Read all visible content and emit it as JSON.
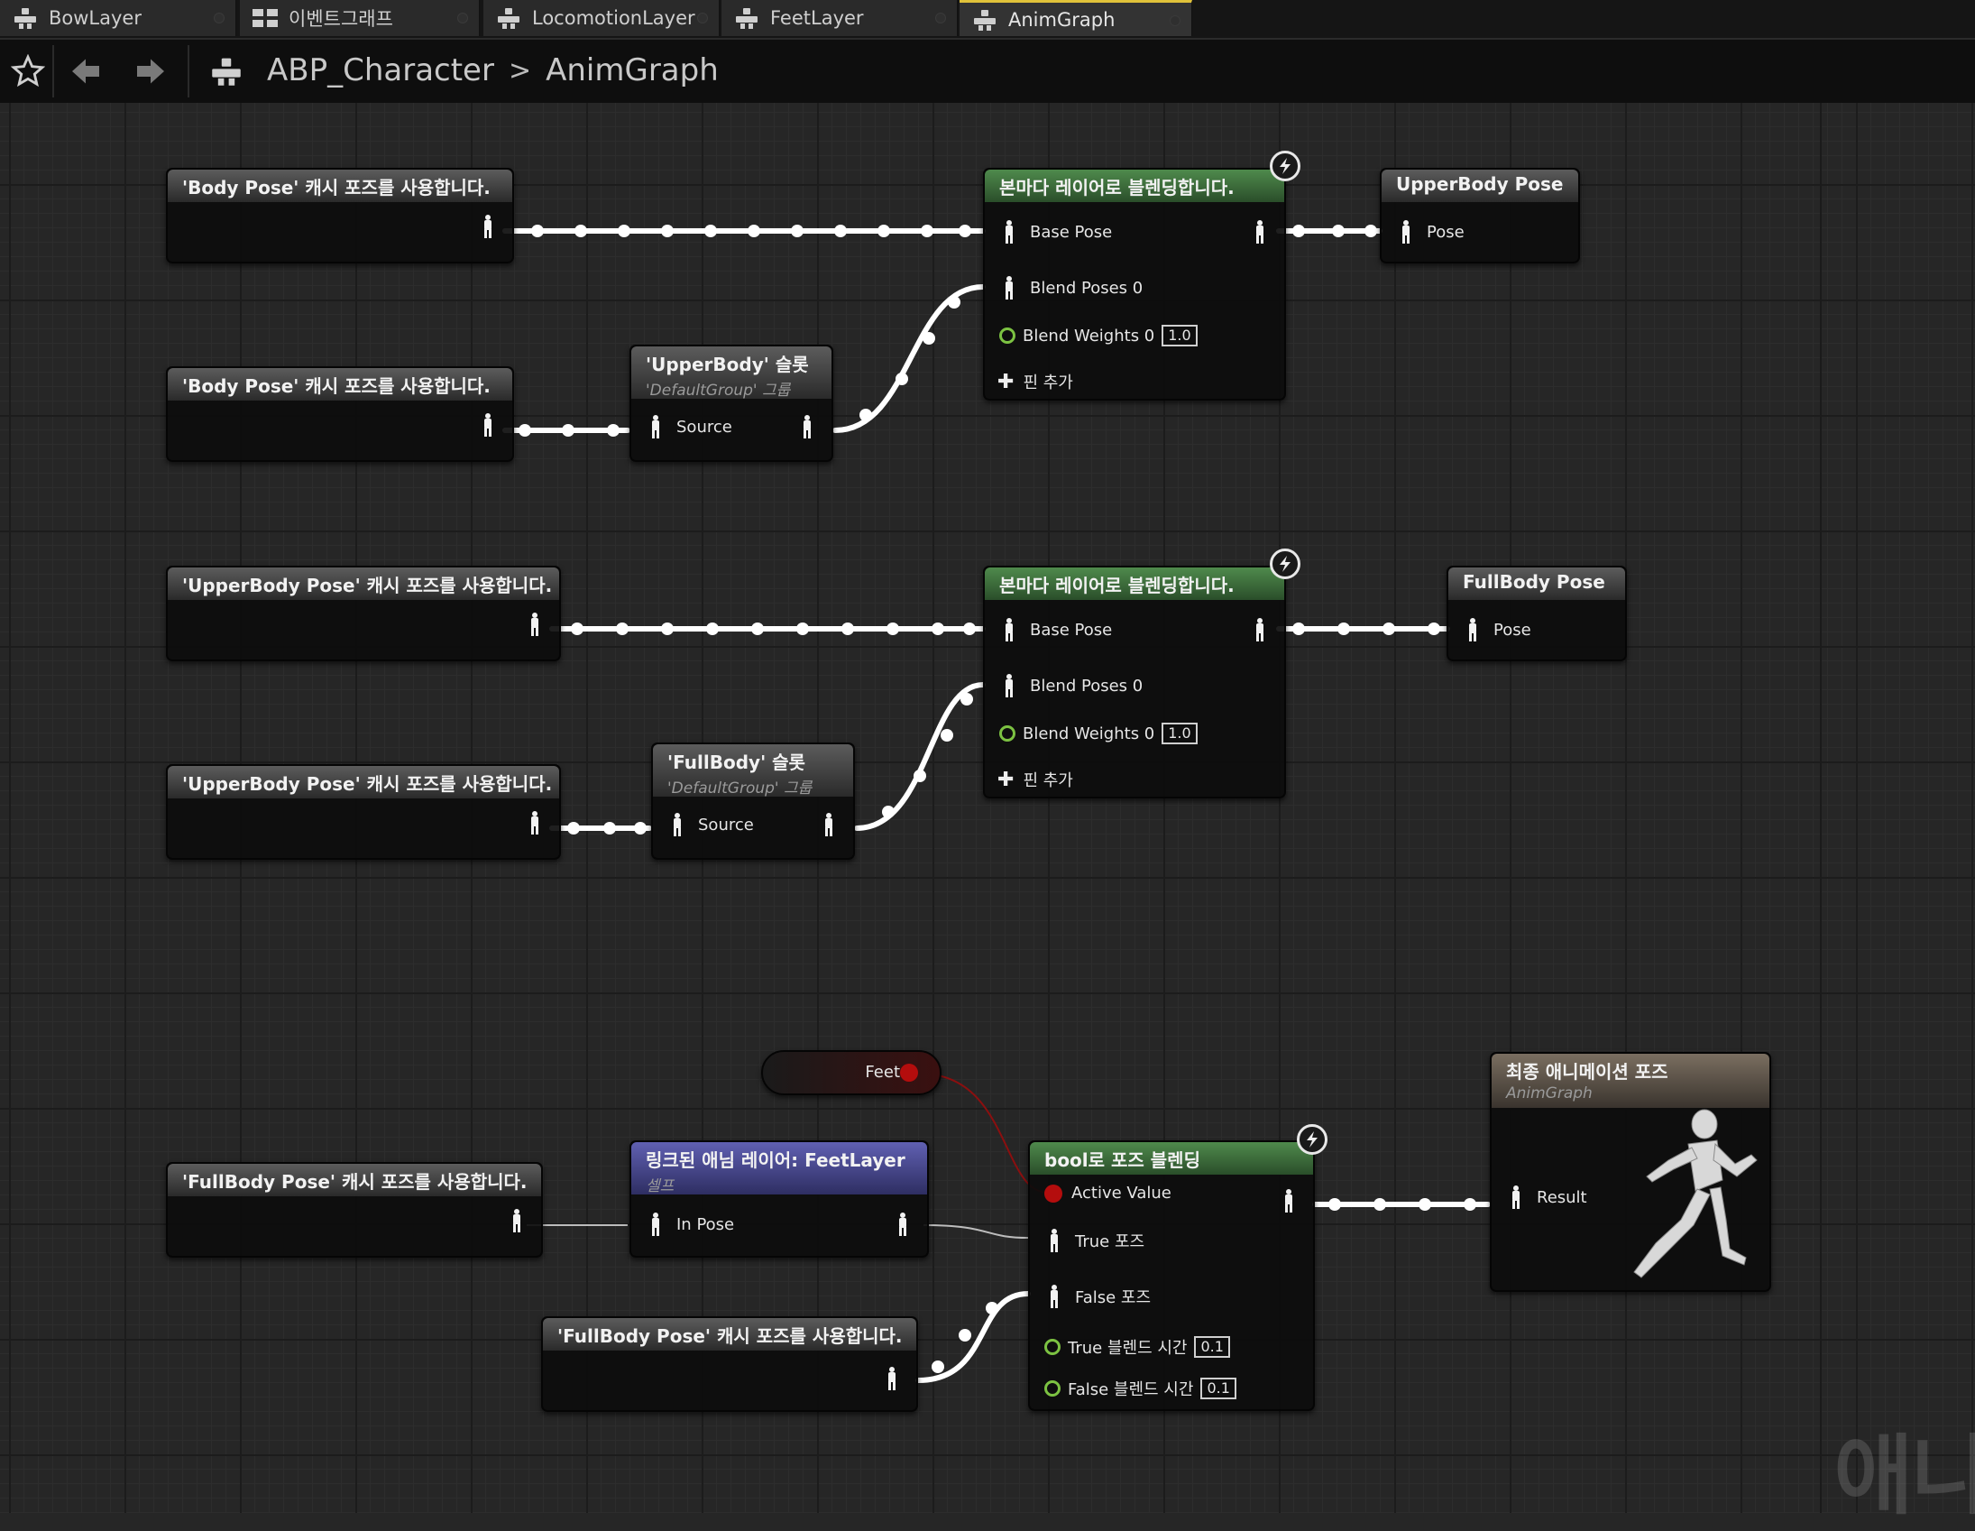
{
  "tabs": [
    {
      "label": "BowLayer"
    },
    {
      "label": "이벤트그래프"
    },
    {
      "label": "LocomotionLayer"
    },
    {
      "label": "FeetLayer"
    },
    {
      "label": "AnimGraph"
    }
  ],
  "toolbar": {
    "breadcrumb": {
      "blueprint": "ABP_Character",
      "separator": ">",
      "graph": "AnimGraph"
    }
  },
  "nodes": {
    "use_body_1": {
      "title": "'Body Pose' 캐시 포즈를 사용합니다."
    },
    "use_body_2": {
      "title": "'Body Pose' 캐시 포즈를 사용합니다."
    },
    "slot_upper": {
      "title": "'UpperBody' 슬롯",
      "subtitle": "'DefaultGroup' 그룹",
      "source": "Source"
    },
    "blend_1": {
      "title": "본마다 레이어로 블렌딩합니다.",
      "base_pose": "Base Pose",
      "blend_poses": "Blend Poses 0",
      "blend_weights": "Blend Weights 0",
      "weight_value": "1.0",
      "add_pin": "핀 추가"
    },
    "upperbody_pose": {
      "title": "UpperBody Pose",
      "pose": "Pose"
    },
    "use_upper_1": {
      "title": "'UpperBody Pose' 캐시 포즈를 사용합니다."
    },
    "use_upper_2": {
      "title": "'UpperBody Pose' 캐시 포즈를 사용합니다."
    },
    "slot_full": {
      "title": "'FullBody' 슬롯",
      "subtitle": "'DefaultGroup' 그룹",
      "source": "Source"
    },
    "blend_2": {
      "title": "본마다 레이어로 블렌딩합니다.",
      "base_pose": "Base Pose",
      "blend_poses": "Blend Poses 0",
      "blend_weights": "Blend Weights 0",
      "weight_value": "1.0",
      "add_pin": "핀 추가"
    },
    "fullbody_pose": {
      "title": "FullBody Pose",
      "pose": "Pose"
    },
    "feet_var": {
      "label": "Feet"
    },
    "use_full_1": {
      "title": "'FullBody Pose' 캐시 포즈를 사용합니다."
    },
    "linked_layer": {
      "title": "링크된 애님 레이어: FeetLayer",
      "subtitle": "셀프",
      "in_pose": "In Pose"
    },
    "use_full_2": {
      "title": "'FullBody Pose' 캐시 포즈를 사용합니다."
    },
    "bool_blend": {
      "title": "bool로 포즈 블렌딩",
      "active_value": "Active Value",
      "true_pose": "True 포즈",
      "false_pose": "False 포즈",
      "true_blend_time": "True 블렌드 시간",
      "true_blend_value": "0.1",
      "false_blend_time": "False 블렌드 시간",
      "false_blend_value": "0.1"
    },
    "output_pose": {
      "title": "최종 애니메이션 포즈",
      "subtitle": "AnimGraph",
      "result": "Result"
    }
  },
  "watermark": "애니",
  "colors": {
    "active_tab_accent": "#e0c23a",
    "blend_node_header": "#4f8a4c",
    "linked_layer_header": "#6060b2",
    "bool_pin": "#b40d0d",
    "float_pin": "#7cc242",
    "pose_wire": "#ffffff",
    "bool_wire": "#8b0f0f"
  }
}
